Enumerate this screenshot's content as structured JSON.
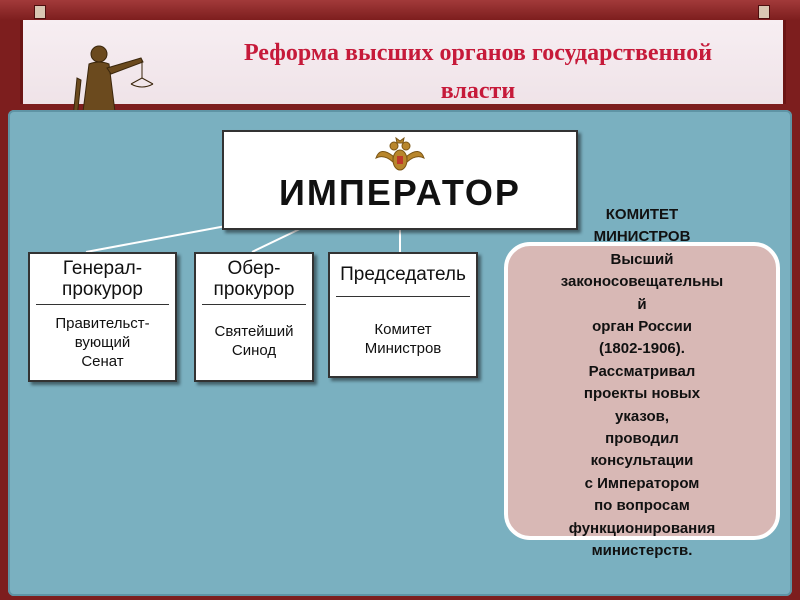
{
  "header": {
    "title_line1": "Реформа высших органов государственной",
    "title_line2": "власти"
  },
  "diagram": {
    "emperor": "ИМПЕРАТОР",
    "boxes": [
      {
        "title_lines": [
          "Генерал-",
          "прокурор"
        ],
        "sub_lines": [
          "Правительст-",
          "вующий",
          "Сенат"
        ]
      },
      {
        "title_lines": [
          "Обер-",
          "прокурор"
        ],
        "sub_lines": [
          "Святейший",
          "Синод"
        ]
      },
      {
        "title_lines": [
          "Председатель"
        ],
        "sub_lines": [
          "Комитет",
          "Министров"
        ]
      }
    ],
    "committee_lines": [
      "КОМИТЕТ",
      "МИНИСТРОВ",
      "Высший",
      "законосовещательны",
      "й",
      "орган  России",
      "(1802-1906).",
      "Рассматривал",
      "проекты новых",
      "указов,",
      "проводил",
      "консультации",
      "с Императором",
      "по вопросам",
      "функционирования",
      "министерств."
    ]
  },
  "colors": {
    "title_red": "#c61a3a",
    "panel_blue": "#7ab0c0",
    "frame_maroon": "#7d1e1e",
    "committee_pink": "#d8b8b5"
  },
  "icons": [
    "themis-statue-icon",
    "double-headed-eagle-icon"
  ]
}
